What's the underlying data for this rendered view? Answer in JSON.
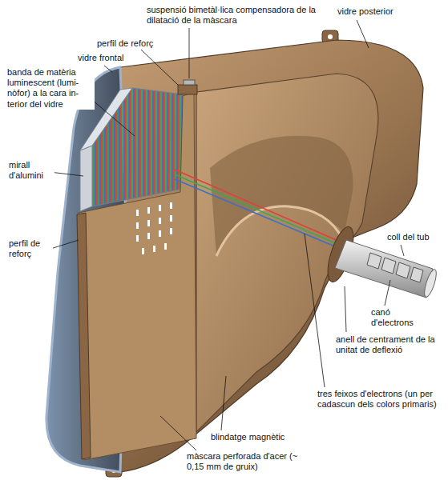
{
  "diagram": {
    "labels": [
      "suspensió bimetàl·lica compensadora de la dilatació de la màscara",
      "perfil de reforç",
      "vidre frontal",
      "vidre posterior",
      "banda de matèria luminescent (lumi- nòfor) a la cara in- terior del vidre",
      "mirall d'alumini",
      "perfil de reforç",
      "coll del tub",
      "canó d'electrons",
      "anell de centrament de la unitat de deflexió",
      "tres feixos d'electrons (un per cadascun dels colors primaris)",
      "blindatge magnètic",
      "màscara perforada d'acer (~ 0,15 mm de gruix)"
    ]
  }
}
